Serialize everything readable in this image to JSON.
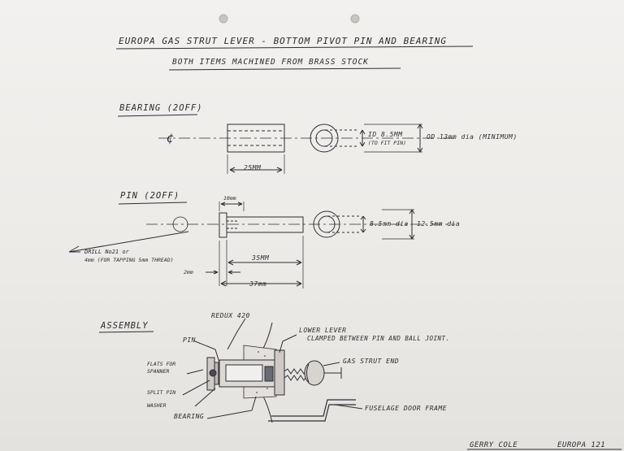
{
  "title": "EUROPA GAS STRUT LEVER  -  BOTTOM PIVOT PIN AND BEARING",
  "subtitle": "BOTH ITEMS MACHINED FROM BRASS STOCK",
  "bearing": {
    "heading": "BEARING (2OFF)",
    "cl_symbol": "¢",
    "length": "25MM",
    "id_label": "ID 8.5MM",
    "id_sub": "(TO FIT PIN)",
    "od_label": "OD 13mm dia (MINIMUM)"
  },
  "pin": {
    "heading": "PIN (2OFF)",
    "head_thickness": "10mm",
    "shank_dia": "8.5mm dia",
    "head_dia": "12.5mm dia",
    "drill_note_1": "DRILL No21 or",
    "drill_note_2": "4mm (FOR TAPPING 5mm THREAD)",
    "shank_length": "35MM",
    "head_gap": "2mm",
    "overall_length": "37mm"
  },
  "assembly": {
    "heading": "ASSEMBLY",
    "redux": "REDUX 420",
    "pin": "PIN",
    "flats_1": "FLATS FOR",
    "flats_2": "SPANNER",
    "split_pin": "SPLIT PIN",
    "washer": "WASHER",
    "bearing": "BEARING",
    "lower_lever": "LOWER LEVER",
    "clamped": "CLAMPED BETWEEN PIN AND BALL JOINT.",
    "gas_strut_end": "GAS STRUT END",
    "fuselage": "FUSELAGE DOOR FRAME"
  },
  "signature": {
    "name": "GERRY COLE",
    "model": "EUROPA 121"
  }
}
